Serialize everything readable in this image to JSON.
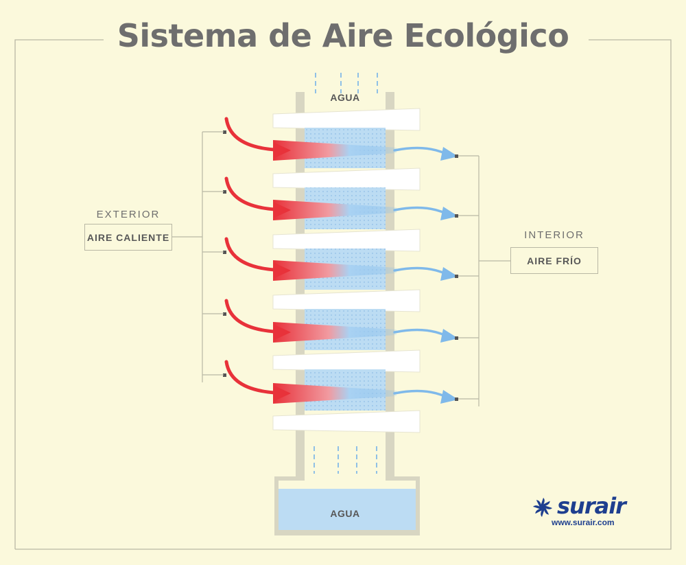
{
  "title": "Sistema de Aire Ecológico",
  "exterior": {
    "caption": "EXTERIOR",
    "label": "AIRE CALIENTE"
  },
  "interior": {
    "caption": "INTERIOR",
    "label": "AIRE FRÍO"
  },
  "water_top": "AGUA",
  "water_bottom": "AGUA",
  "logo": {
    "name": "surair",
    "url": "www.surair.com"
  },
  "colors": {
    "background": "#fbf9dc",
    "hot_air": "#e8323a",
    "cold_air": "#7fb9ea",
    "water": "#bcdcf3",
    "frame": "#d8d6c2",
    "brand": "#1e3f8f"
  }
}
